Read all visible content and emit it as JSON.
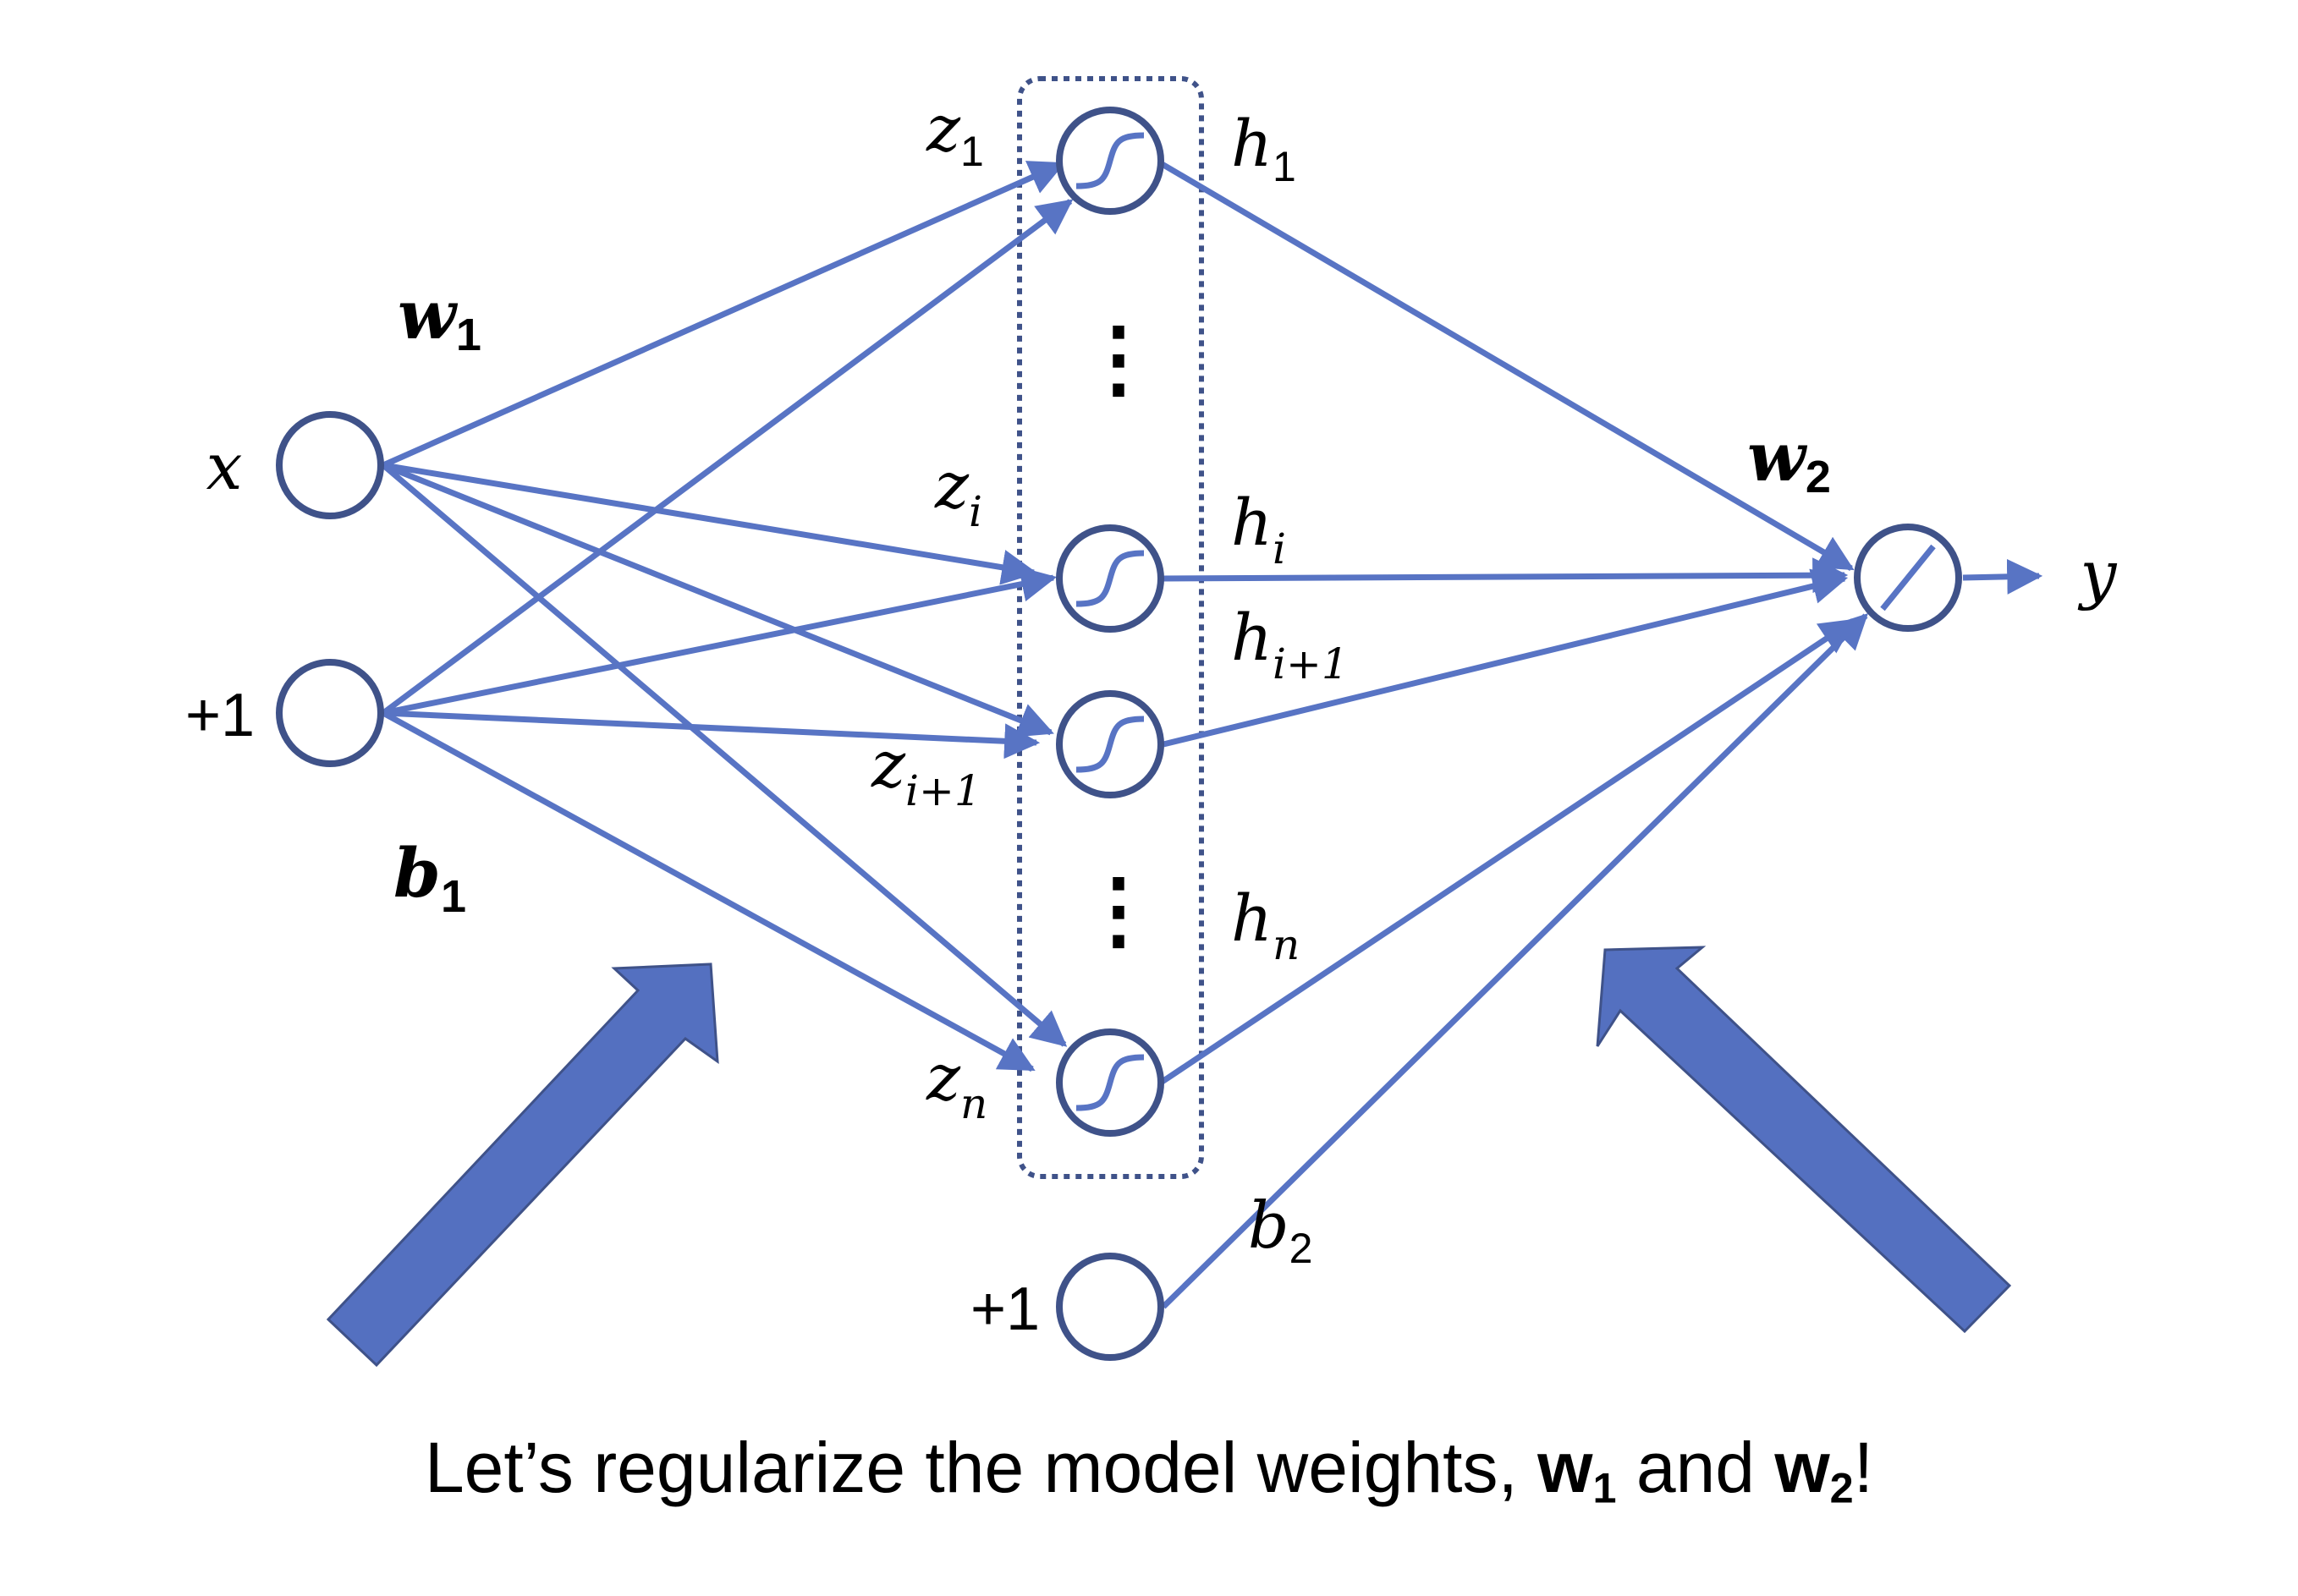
{
  "colors": {
    "edge": "#5874c4",
    "node_stroke": "#3f5289",
    "big_arrow_fill": "#5470c0",
    "big_arrow_stroke": "#3f5289",
    "box": "#3f5289"
  },
  "nodes": {
    "x_label": "x",
    "bias1_label": "+1",
    "bias2_label": "+1",
    "output_label": "y"
  },
  "labels": {
    "z1": {
      "base": "z",
      "sub": "1"
    },
    "zi": {
      "base": "z",
      "sub": "i"
    },
    "zi1": {
      "base": "z",
      "sub": "i+1"
    },
    "zn": {
      "base": "z",
      "sub": "n"
    },
    "h1": {
      "base": "h",
      "sub": "1"
    },
    "hi": {
      "base": "h",
      "sub": "i"
    },
    "hi1": {
      "base": "h",
      "sub": "i+1"
    },
    "hn": {
      "base": "h",
      "sub": "n"
    },
    "w1": {
      "base": "w",
      "sub": "1"
    },
    "b1": {
      "base": "b",
      "sub": "1"
    },
    "w2": {
      "base": "w",
      "sub": "2"
    },
    "b2": {
      "base": "b",
      "sub": "2"
    }
  },
  "ellipsis": "⋮",
  "caption": {
    "prefix": "Let’s regularize the model weights, ",
    "w1_base": "w",
    "w1_sub": "1",
    "middle": " and ",
    "w2_base": "w",
    "w2_sub": "2",
    "suffix": "!"
  }
}
